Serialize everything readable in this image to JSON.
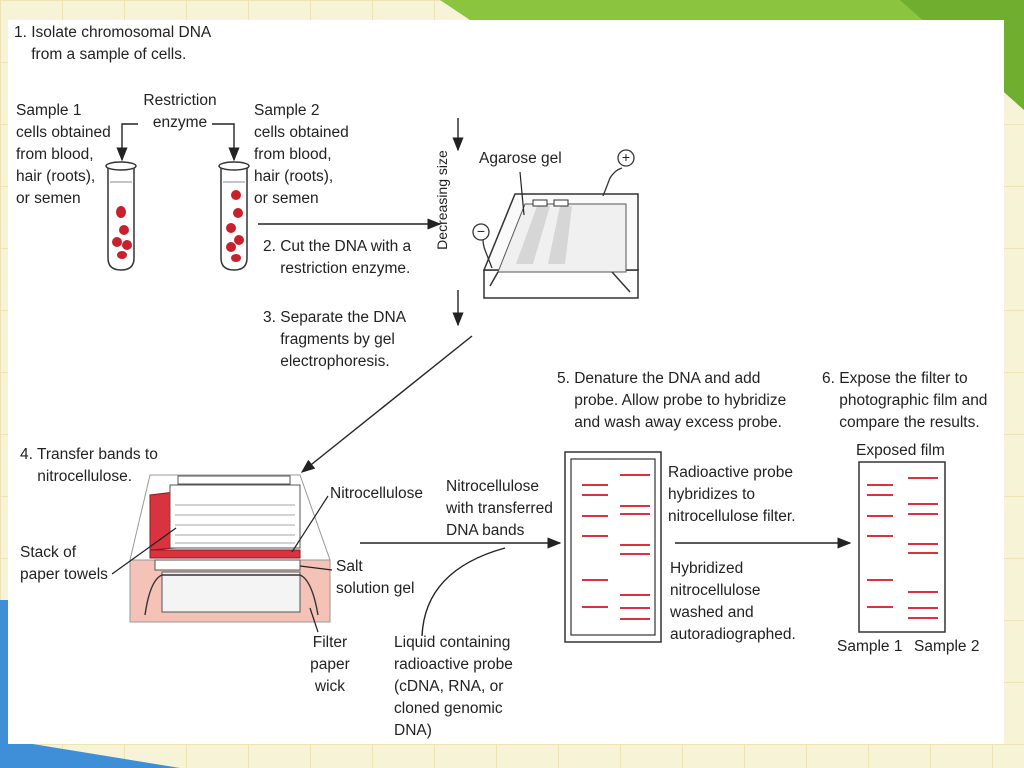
{
  "steps": {
    "step1": "1. Isolate chromosomal DNA\n    from a sample of cells.",
    "step2": "2. Cut the DNA with a\n    restriction enzyme.",
    "step3": "3. Separate the DNA\n    fragments by gel\n    electrophoresis.",
    "step4": "4. Transfer bands to\n    nitrocellulose.",
    "step5": "5. Denature the DNA and add\n    probe. Allow probe to hybridize\n    and wash away excess probe.",
    "step6": "6. Expose the filter to\n    photographic film and\n    compare the results."
  },
  "labels": {
    "sample1": "Sample 1\ncells obtained\nfrom blood,\nhair (roots),\nor semen",
    "restriction_enzyme": "Restriction\nenzyme",
    "sample2": "Sample 2\ncells obtained\nfrom blood,\nhair (roots),\nor semen",
    "agarose_gel": "Agarose gel",
    "decreasing_size": "Decreasing size",
    "plus": "+",
    "minus": "−",
    "nitrocellulose": "Nitrocellulose",
    "stack_of_paper_towels": "Stack of\npaper towels",
    "salt_solution_gel": "Salt\nsolution gel",
    "filter_paper_wick": "Filter\npaper\nwick",
    "nitrocellulose_with_bands": "Nitrocellulose\nwith transferred\nDNA bands",
    "liquid_probe": "Liquid containing\nradioactive probe\n(cDNA, RNA, or\ncloned genomic\nDNA)",
    "radioactive_probe": "Radioactive probe\nhybridizes to\nnitrocellulose filter.",
    "hybridized": "Hybridized\nnitrocellulose\nwashed and\nautoradiographed.",
    "exposed_film": "Exposed film",
    "sample1_bottom": "Sample 1",
    "sample2_bottom": "Sample 2"
  },
  "colors": {
    "band_red": "#d8333f",
    "cell_red": "#c8202d",
    "paper_red": "#d8333f",
    "tray_pink": "#f2b7aa",
    "accent_green": "#8bc43f",
    "accent_blue": "#3f8fd8"
  }
}
